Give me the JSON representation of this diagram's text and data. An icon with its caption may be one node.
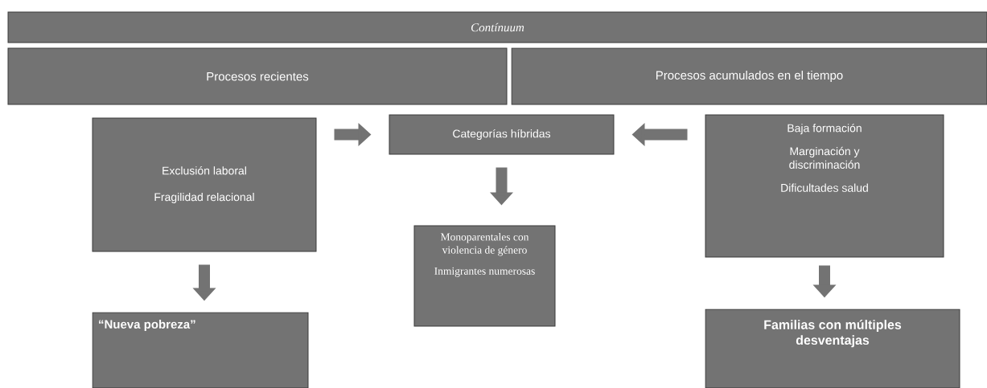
{
  "diagram": {
    "nodes": [
      {
        "text": [
          "Contínuum"
        ]
      },
      {
        "text": [
          "Procesos recientes"
        ]
      },
      {
        "text": [
          "Procesos acumulados en el tiempo"
        ]
      },
      {
        "text": [
          "Exclusión laboral",
          "Fragilidad relacional"
        ]
      },
      {
        "text": [
          "Categorías híbridas"
        ]
      },
      {
        "text": [
          "Baja formación",
          "Marginación y discriminación",
          "Dificultades salud"
        ]
      },
      {
        "text": [
          "Monoparentales con violencia de género",
          "Inmigrantes numerosas"
        ]
      },
      {
        "text": [
          "“Nueva pobreza”"
        ]
      },
      {
        "text": [
          "Familias con múltiples desventajas"
        ]
      }
    ],
    "edges": [
      {
        "from": 3,
        "to": 4,
        "arrow": "to"
      },
      {
        "from": 5,
        "to": 4,
        "arrow": "to"
      },
      {
        "from": 4,
        "to": 6,
        "arrow": "to"
      },
      {
        "from": 3,
        "to": 7,
        "arrow": "to"
      },
      {
        "from": 5,
        "to": 8,
        "arrow": "to"
      }
    ]
  }
}
